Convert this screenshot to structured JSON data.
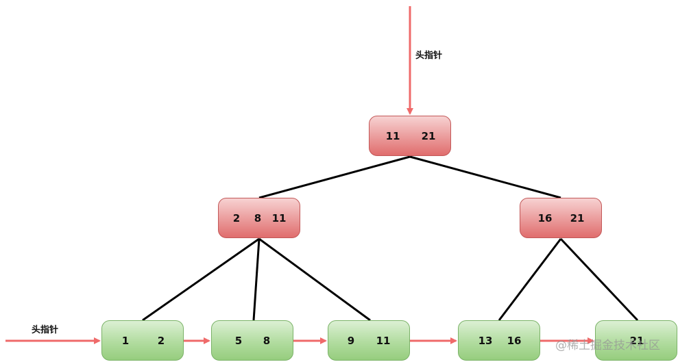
{
  "pointer_labels": {
    "root_pointer": "头指针",
    "leaf_pointer": "头指针"
  },
  "nodes": {
    "root": {
      "keys": [
        "11",
        "21"
      ]
    },
    "internal_left": {
      "keys": [
        "2",
        "8",
        "11"
      ]
    },
    "internal_right": {
      "keys": [
        "16",
        "21"
      ]
    },
    "leaf_1": {
      "keys": [
        "1",
        "2"
      ]
    },
    "leaf_2": {
      "keys": [
        "5",
        "8"
      ]
    },
    "leaf_3": {
      "keys": [
        "9",
        "11"
      ]
    },
    "leaf_4": {
      "keys": [
        "13",
        "16"
      ]
    },
    "leaf_5": {
      "keys": [
        "21"
      ]
    }
  },
  "watermark": "@稀土掘金技术社区",
  "colors": {
    "pointer_arrow": "#ef6a6a",
    "tree_edge": "#000000",
    "internal_node": "#ea9a9a",
    "leaf_node": "#b1dc9f"
  }
}
